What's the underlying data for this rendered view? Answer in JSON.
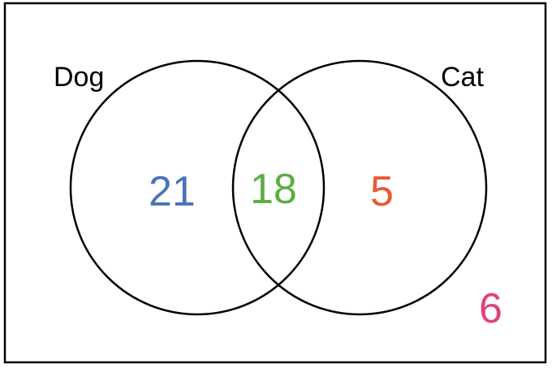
{
  "sets": {
    "left": {
      "label": "Dog",
      "only_count": "21",
      "color": "#4A74B8"
    },
    "right": {
      "label": "Cat",
      "only_count": "5",
      "color": "#E85A32"
    },
    "both": {
      "count": "18",
      "color": "#5AAE42"
    },
    "neither": {
      "count": "6",
      "color": "#E0407E"
    }
  },
  "colors": {
    "outline": "#000000",
    "background": "#ffffff"
  }
}
